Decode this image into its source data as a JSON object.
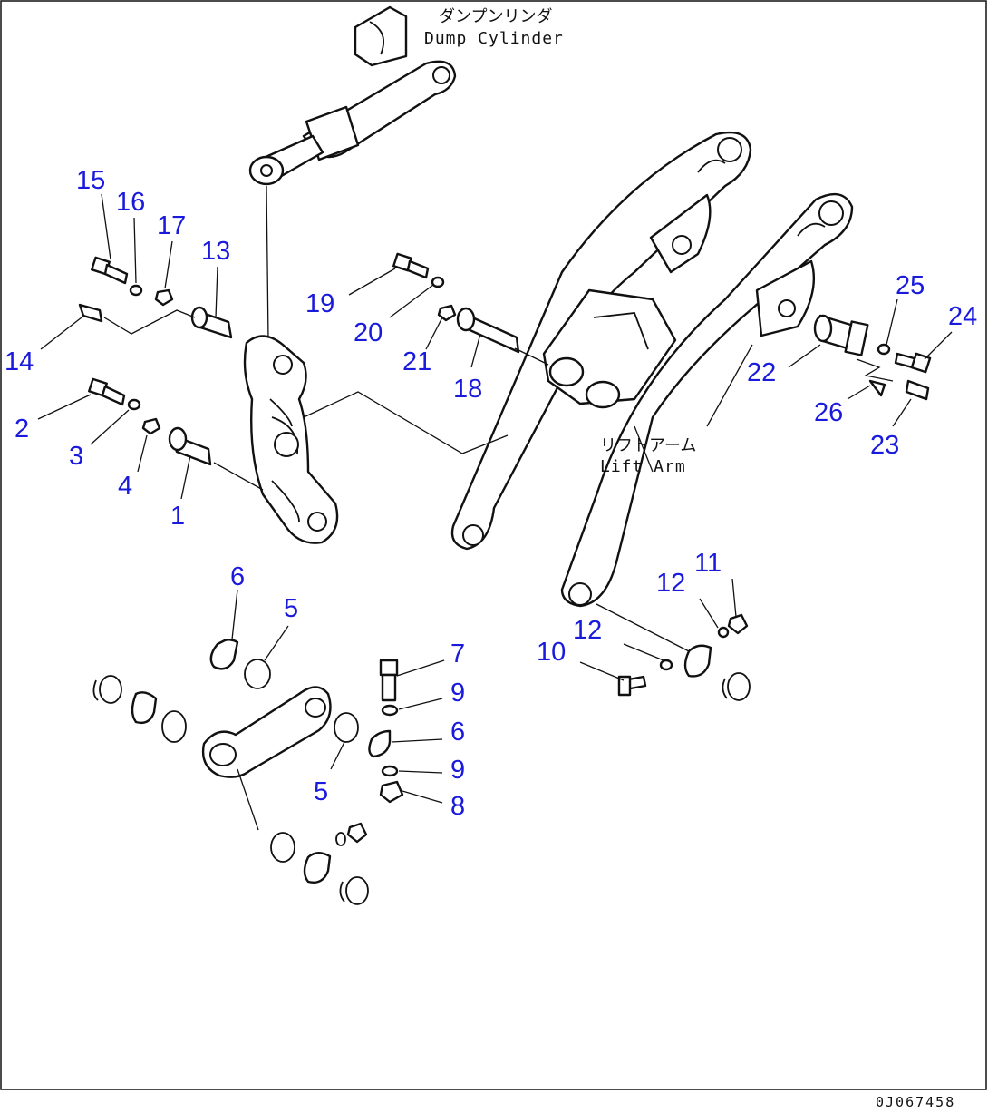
{
  "labels": {
    "dump_cylinder_jp": "ダンプンリンダ",
    "dump_cylinder_en": "Dump Cylinder",
    "lift_arm_jp": "リフトアーム",
    "lift_arm_en": "Lift Arm",
    "drawing_id": "0J067458"
  },
  "callouts": [
    {
      "part": "15",
      "text": "15"
    },
    {
      "part": "16",
      "text": "16"
    },
    {
      "part": "17",
      "text": "17"
    },
    {
      "part": "13",
      "text": "13"
    },
    {
      "part": "14",
      "text": "14"
    },
    {
      "part": "2",
      "text": "2"
    },
    {
      "part": "3",
      "text": "3"
    },
    {
      "part": "4",
      "text": "4"
    },
    {
      "part": "1",
      "text": "1"
    },
    {
      "part": "19",
      "text": "19"
    },
    {
      "part": "20",
      "text": "20"
    },
    {
      "part": "21",
      "text": "21"
    },
    {
      "part": "18",
      "text": "18"
    },
    {
      "part": "25",
      "text": "25"
    },
    {
      "part": "24",
      "text": "24"
    },
    {
      "part": "22",
      "text": "22"
    },
    {
      "part": "26",
      "text": "26"
    },
    {
      "part": "23",
      "text": "23"
    },
    {
      "part": "6",
      "text": "6"
    },
    {
      "part": "5",
      "text": "5"
    },
    {
      "part": "7",
      "text": "7"
    },
    {
      "part": "9",
      "text": "9"
    },
    {
      "part": "6",
      "text": "6"
    },
    {
      "part": "5",
      "text": "5"
    },
    {
      "part": "9",
      "text": "9"
    },
    {
      "part": "8",
      "text": "8"
    },
    {
      "part": "11",
      "text": "11"
    },
    {
      "part": "12",
      "text": "12"
    },
    {
      "part": "12",
      "text": "12"
    },
    {
      "part": "10",
      "text": "10"
    }
  ],
  "colors": {
    "callout": "#1a1adc",
    "line": "#111111",
    "background": "#ffffff"
  }
}
